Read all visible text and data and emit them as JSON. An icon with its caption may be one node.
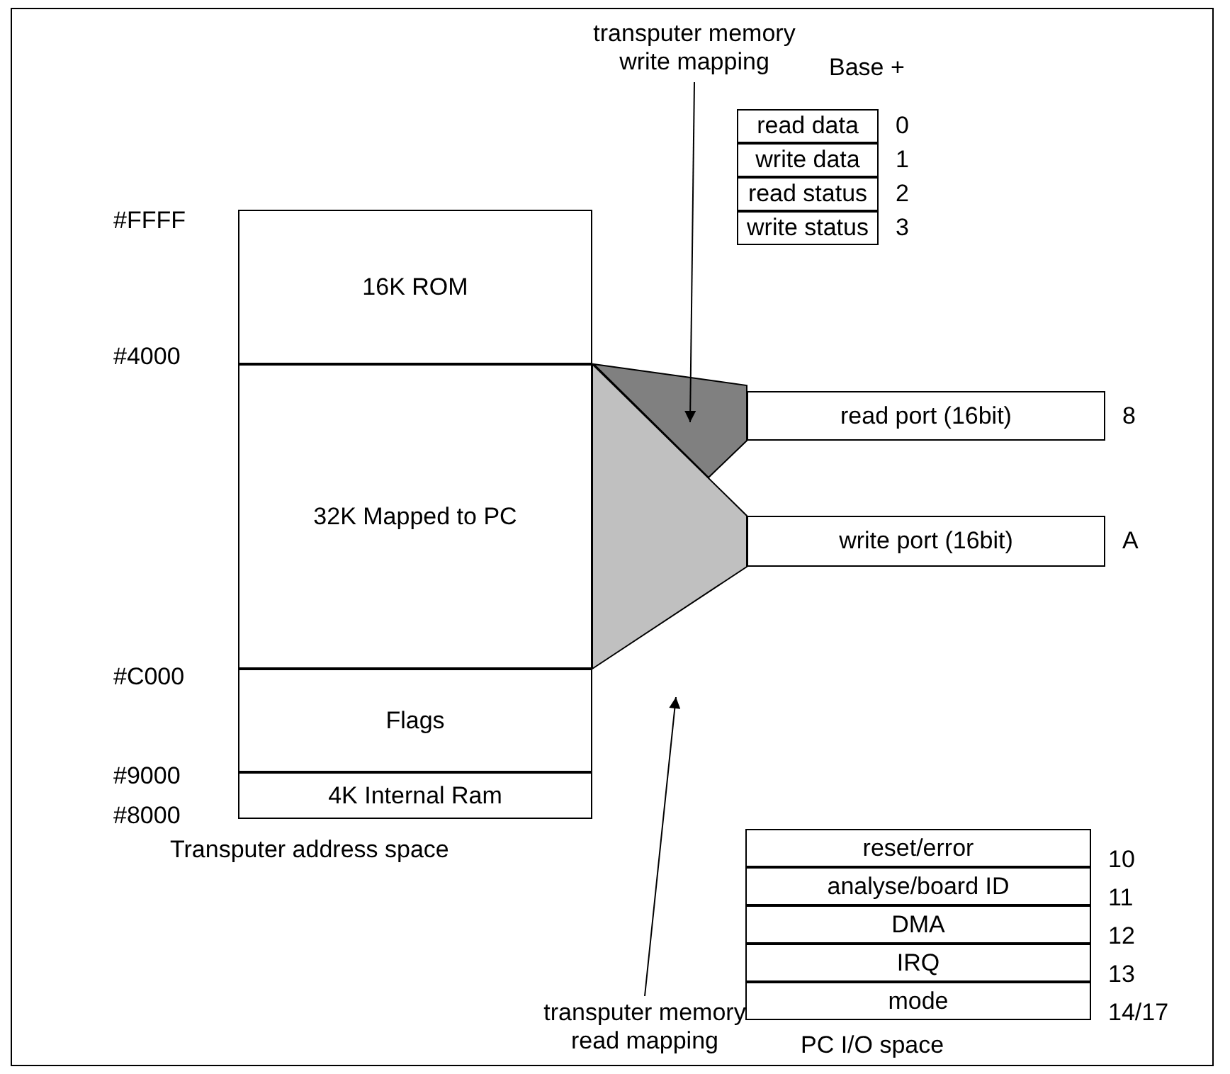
{
  "diagram": {
    "nodes": [
      {
        "text": [
          "16K ROM"
        ]
      },
      {
        "text": [
          "32K Mapped to PC"
        ]
      },
      {
        "text": [
          "Flags"
        ]
      },
      {
        "text": [
          "4K Internal Ram"
        ]
      },
      {
        "text": [
          "read data"
        ],
        "beside": [
          "0"
        ]
      },
      {
        "text": [
          "write data"
        ],
        "beside": [
          "1"
        ]
      },
      {
        "text": [
          "read status"
        ],
        "beside": [
          "2"
        ]
      },
      {
        "text": [
          "write status"
        ],
        "beside": [
          "3"
        ]
      },
      {
        "text": [
          "read port (16bit)"
        ],
        "beside": [
          "8"
        ]
      },
      {
        "text": [
          "write port (16bit)"
        ],
        "beside": [
          "A"
        ]
      },
      {
        "text": [
          "reset/error"
        ],
        "beside": [
          "10"
        ]
      },
      {
        "text": [
          "analyse/board ID"
        ],
        "beside": [
          "11"
        ]
      },
      {
        "text": [
          "DMA"
        ],
        "beside": [
          "12"
        ]
      },
      {
        "text": [
          "IRQ"
        ],
        "beside": [
          "13"
        ]
      },
      {
        "text": [
          "mode"
        ],
        "beside": [
          "14/17"
        ]
      },
      {
        "text": [
          "transputer memory write mapping"
        ]
      },
      {
        "text": [],
        "shape": "band"
      },
      {
        "text": [
          "transputer memory read mapping"
        ]
      },
      {
        "text": [],
        "shape": "band"
      }
    ],
    "edges": [
      {
        "from": 15,
        "to": 16,
        "arrow": "to"
      },
      {
        "from": 17,
        "to": 18,
        "arrow": "to"
      }
    ],
    "labels": [
      "Base +",
      "#FFFF",
      "#4000",
      "#C000",
      "#9000",
      "#8000",
      "Transputer address space",
      "PC I/O space"
    ]
  }
}
